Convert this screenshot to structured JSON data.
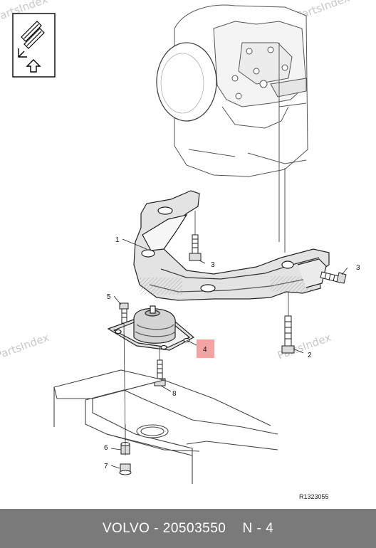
{
  "watermarks": [
    "PartsIndex",
    "PartsIndex",
    "PartsIndex",
    "PartsIndex"
  ],
  "callouts": {
    "c1": "1",
    "c3a": "3",
    "c3b": "3",
    "c5": "5",
    "c4": "4",
    "c2": "2",
    "c8": "8",
    "c6": "6",
    "c7": "7"
  },
  "highlight_color": "#f4a3a3",
  "orientation_icon": "front-direction-icon",
  "drawing_ref": "R1323055",
  "footer": {
    "brand": "VOLVO",
    "separator": " - ",
    "part_number": "20503550",
    "position": "N - 4"
  }
}
